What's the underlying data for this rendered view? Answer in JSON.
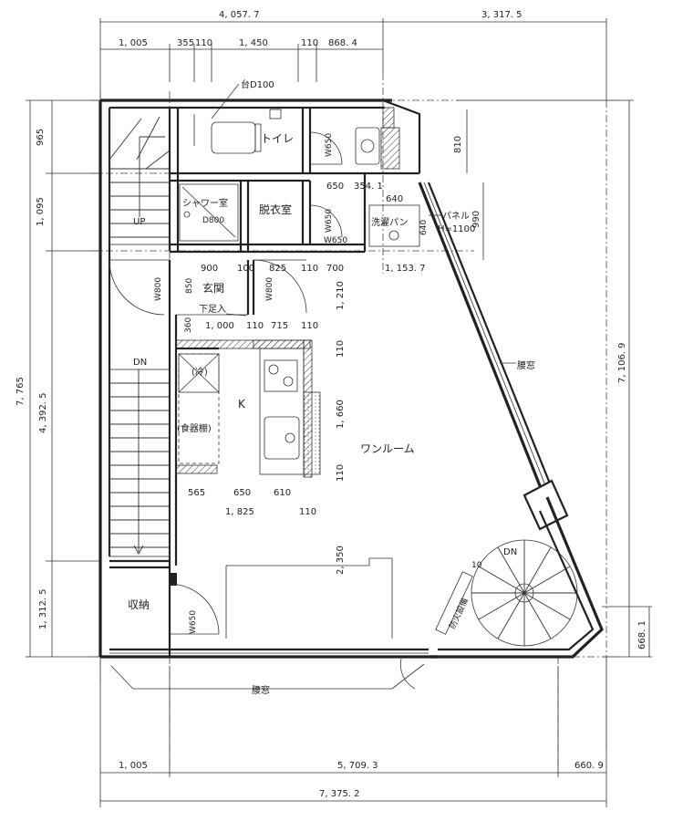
{
  "dimensions": {
    "top_total_left": "4, 057. 7",
    "top_total_right": "3, 317. 5",
    "top_1": "1, 005",
    "top_2": "355",
    "top_3": "110",
    "top_4": "1, 450",
    "top_5": "110",
    "top_6": "868. 4",
    "left_1": "965",
    "left_2": "1, 095",
    "left_total": "7, 765",
    "left_3": "4, 392. 5",
    "left_4": "1, 312. 5",
    "right_1": "810",
    "right_2": "990",
    "right_total": "7, 106. 9",
    "right_3": "668. 1",
    "bottom_1": "1, 005",
    "bottom_2": "5, 709. 3",
    "bottom_3": "660. 9",
    "bottom_total": "7, 375. 2",
    "row1_a": "900",
    "row1_b": "100",
    "row1_c": "825",
    "row1_d": "110",
    "row1_e": "700",
    "row1_f": "1, 153. 7",
    "row2_a": "1, 000",
    "row2_b": "110",
    "row2_c": "715",
    "row2_d": "110",
    "row3_a": "565",
    "row3_b": "650",
    "row3_c": "610",
    "row4_a": "1, 825",
    "row4_b": "110",
    "mid_650": "650",
    "mid_354": "354. 1",
    "mid_640a": "640",
    "mid_640b": "640",
    "v_1210": "1, 210",
    "v_110a": "110",
    "v_1660": "1, 660",
    "v_110b": "110",
    "v_2350": "2, 350",
    "v_850": "850",
    "v_360": "360",
    "w650_a": "W650",
    "w650_b": "W650",
    "w650_c": "W650",
    "w800_a": "W800",
    "w800_b": "W800",
    "w650_storage": "W650",
    "d800": "D800"
  },
  "labels": {
    "shelf": "台D100",
    "toilet": "トイレ",
    "shower": "シャワー室",
    "dressing": "脱衣室",
    "washpan": "洗濯パン",
    "panel": "パネル",
    "panel_h": "H=1100",
    "entrance": "玄関",
    "shoe_step": "下足入",
    "up": "UP",
    "dn_left": "DN",
    "dn_right": "DN",
    "fridge": "(冷)",
    "kitchen": "K",
    "dish_shelf": "(食器棚)",
    "one_room": "ワンルーム",
    "window_right": "腰窓",
    "window_bottom": "腰窓",
    "storage": "収納",
    "fire_door": "防火設備",
    "spiral_step": "10"
  }
}
